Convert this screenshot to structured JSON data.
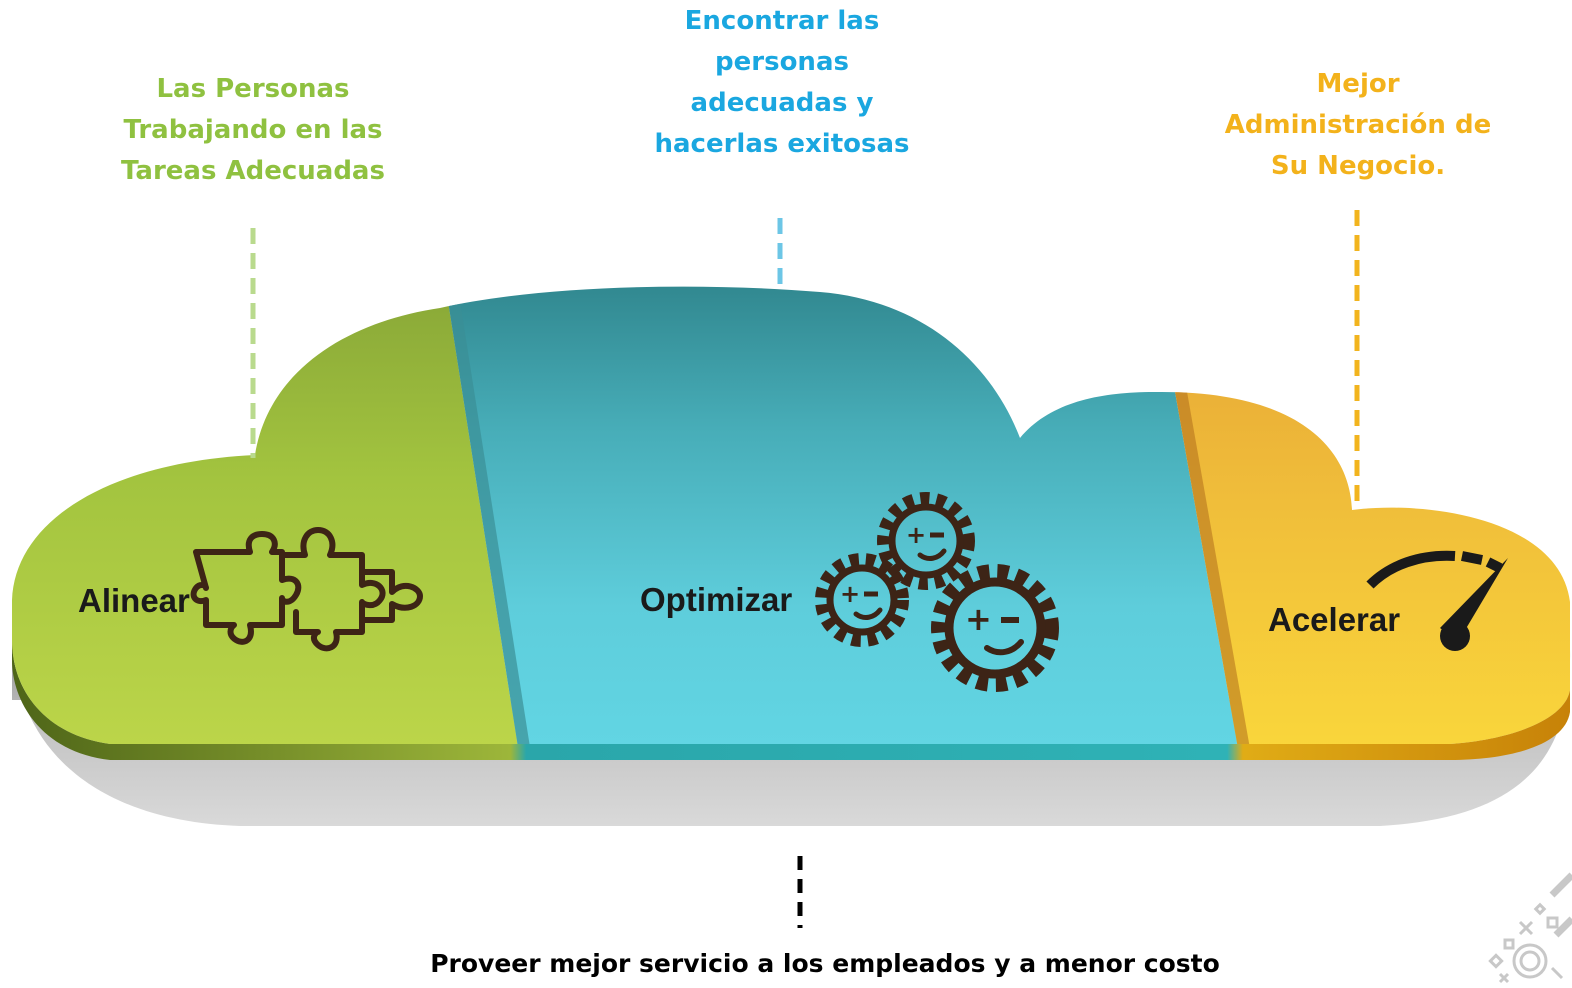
{
  "segments": [
    {
      "id": "alinear",
      "label": "Alinear",
      "icon": "puzzle-icon",
      "callout": [
        "Las Personas",
        "Trabajando en las",
        "Tareas Adecuadas"
      ],
      "color": "#8fc140"
    },
    {
      "id": "optimizar",
      "label": "Optimizar",
      "icon": "gears-icon",
      "callout": [
        "Encontrar las",
        "personas",
        "adecuadas y",
        "hacerlas exitosas"
      ],
      "color": "#1aa7e0"
    },
    {
      "id": "acelerar",
      "label": "Acelerar",
      "icon": "speedometer-icon",
      "callout": [
        "Mejor",
        "Administración de",
        "Su Negocio."
      ],
      "color": "#f3b21b"
    }
  ],
  "footer": "Proveer mejor servicio a los empleados y a menor costo",
  "watermark_icon": "decorative-pattern-icon"
}
